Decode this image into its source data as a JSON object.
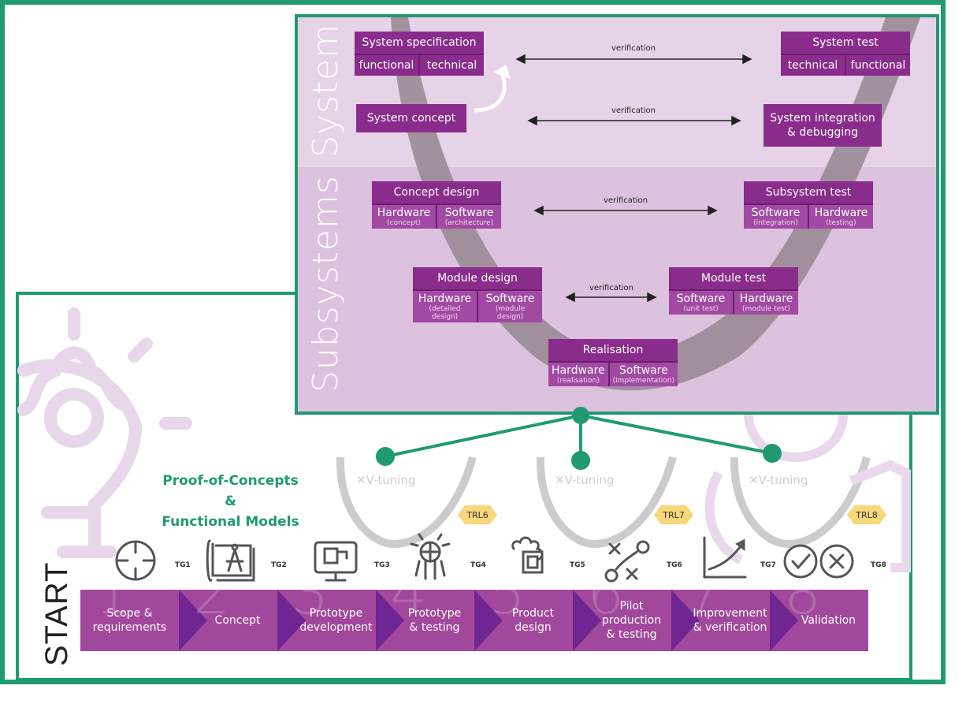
{
  "colors": {
    "frame_green": "#219a73",
    "box_purple": "#8a2c8b",
    "box_light_purple": "#a24aa3",
    "process_purple": "#a2489c",
    "chevron_purple": "#6f2592",
    "panel_upper": "#e7d3e7",
    "panel_lower": "#dcc2de",
    "trl_yellow": "#f8d77a"
  },
  "v_model": {
    "section_system": "System",
    "section_subsystems": "Subsystems",
    "system_specification": {
      "title": "System specification",
      "left": "functional",
      "right": "technical"
    },
    "system_test": {
      "title": "System test",
      "left": "technical",
      "right": "functional"
    },
    "system_concept": "System concept",
    "system_integration": [
      "System integration",
      "& debugging"
    ],
    "concept_design": {
      "title": "Concept design",
      "left": "Hardware",
      "left_sub": "(concept)",
      "right": "Software",
      "right_sub": "(architecture)"
    },
    "subsystem_test": {
      "title": "Subsystem test",
      "left": "Software",
      "left_sub": "(integration)",
      "right": "Hardware",
      "right_sub": "(testing)"
    },
    "module_design": {
      "title": "Module design",
      "left": "Hardware",
      "left_sub": "(detailed design)",
      "right": "Software",
      "right_sub": "(module design)"
    },
    "module_test": {
      "title": "Module test",
      "left": "Software",
      "left_sub": "(unit test)",
      "right": "Hardware",
      "right_sub": "(module test)"
    },
    "realisation": {
      "title": "Realisation",
      "left": "Hardware",
      "left_sub": "(realisation)",
      "right": "Software",
      "right_sub": "(implementation)"
    },
    "verification_labels": [
      "verification",
      "verification",
      "verification",
      "verification"
    ]
  },
  "poc_label": [
    "Proof-of-Concepts",
    "&",
    "Functional Models"
  ],
  "vtuning_logos": [
    "V-tuning",
    "V-tuning",
    "V-tuning"
  ],
  "trl_badges": [
    "TRL6",
    "TRL7",
    "TRL8"
  ],
  "toll_gates": [
    {
      "label": "TG1",
      "icon": "crosshair-icon"
    },
    {
      "label": "TG2",
      "icon": "blueprint-compass-icon"
    },
    {
      "label": "TG3",
      "icon": "monitor-design-icon"
    },
    {
      "label": "TG4",
      "icon": "network-gear-icon"
    },
    {
      "label": "TG5",
      "icon": "gear-chip-icon"
    },
    {
      "label": "TG6",
      "icon": "strategy-icon"
    },
    {
      "label": "TG7",
      "icon": "growth-chart-icon"
    },
    {
      "label": "TG8",
      "icon": "check-cross-icon"
    }
  ],
  "start_label": "START",
  "process_steps": [
    {
      "num": "1",
      "label": [
        "Scope &",
        "requirements"
      ]
    },
    {
      "num": "2",
      "label": [
        "Concept"
      ]
    },
    {
      "num": "3",
      "label": [
        "Prototype",
        "development"
      ]
    },
    {
      "num": "4",
      "label": [
        "Prototype",
        "& testing"
      ]
    },
    {
      "num": "5",
      "label": [
        "Product",
        "design"
      ]
    },
    {
      "num": "6",
      "label": [
        "Pilot",
        "production",
        "& testing"
      ]
    },
    {
      "num": "7",
      "label": [
        "Improvement",
        "& verification"
      ]
    },
    {
      "num": "8",
      "label": [
        "Validation"
      ]
    }
  ]
}
